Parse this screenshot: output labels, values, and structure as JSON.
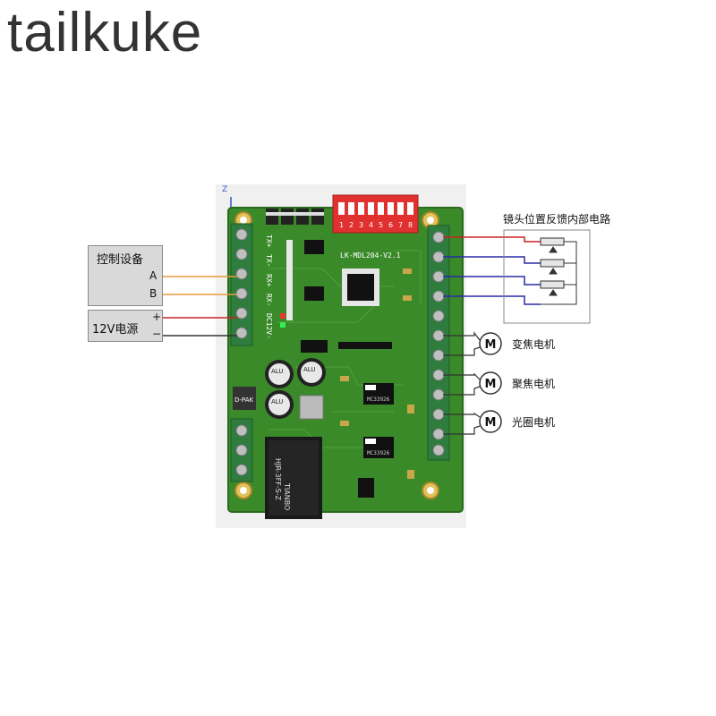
{
  "brand": {
    "name": "tailkuke"
  },
  "control_device": {
    "label": "控制设备",
    "pin_a": "A",
    "pin_b": "B"
  },
  "power": {
    "label": "12V电源",
    "plus": "+",
    "minus": "−"
  },
  "feedback": {
    "label": "镜头位置反馈内部电路"
  },
  "motors": [
    {
      "label": "变焦电机",
      "symbol": "M"
    },
    {
      "label": "聚焦电机",
      "symbol": "M"
    },
    {
      "label": "光圈电机",
      "symbol": "M"
    }
  ],
  "board": {
    "model": "LK-MDL204-V2.1",
    "dip_numbers": [
      "1",
      "2",
      "3",
      "4",
      "5",
      "6",
      "7",
      "8"
    ],
    "relay_text": [
      "TIANBO",
      "HJR-3FF-S-Z"
    ],
    "cap_text": "ALU",
    "pak_text": "D-PAK",
    "left_terminal_labels": [
      "TX+",
      "TX-",
      "RX+",
      "RX-",
      "DC12V-"
    ],
    "driver_chip_text": "MC33926",
    "colors": {
      "pcb": "#3a8a2a",
      "terminal": "#2e7d3e",
      "dip": "#e03030"
    }
  },
  "wire_colors": {
    "orange": "#e69a3c",
    "red": "#cc2222",
    "dark": "#333333",
    "blue": "#2a2aa8"
  }
}
